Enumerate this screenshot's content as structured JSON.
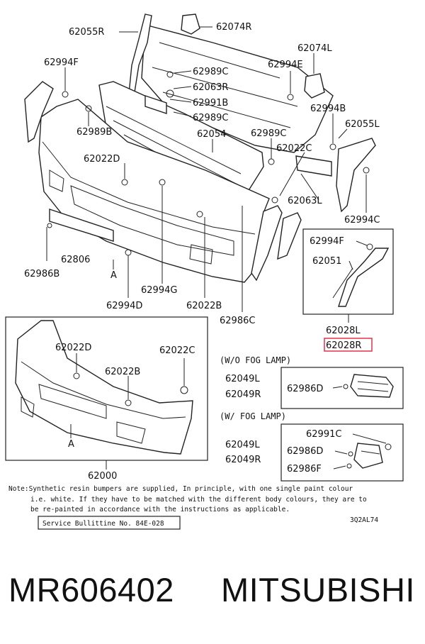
{
  "labels": {
    "p62055R": "62055R",
    "p62074R": "62074R",
    "p62074L": "62074L",
    "p62994F_top": "62994F",
    "p62989C_a": "62989C",
    "p62994E": "62994E",
    "p62063R": "62063R",
    "p62991B": "62991B",
    "p62989C_b": "62989C",
    "p62989B": "62989B",
    "p62994B": "62994B",
    "p62054": "62054",
    "p62989C_c": "62989C",
    "p62055L": "62055L",
    "p62022D_top": "62022D",
    "p62022C_top": "62022C",
    "p62063L": "62063L",
    "p62994C": "62994C",
    "p62994F_inset": "62994F",
    "p62051": "62051",
    "p62806": "62806",
    "p62986B": "62986B",
    "markA_top": "A",
    "p62994G": "62994G",
    "p62994D": "62994D",
    "p62022B_top": "62022B",
    "p62986C": "62986C",
    "p62028L": "62028L",
    "p62028R": "62028R",
    "p62022D_low": "62022D",
    "p62022C_low": "62022C",
    "p62022B_low": "62022B",
    "markA_low": "A",
    "p62000": "62000",
    "wo_fog": "(W/O  FOG  LAMP)",
    "p62049L_a": "62049L",
    "p62049R_a": "62049R",
    "p62986D_a": "62986D",
    "w_fog": "(W/  FOG  LAMP)",
    "p62049L_b": "62049L",
    "p62049R_b": "62049R",
    "p62991C": "62991C",
    "p62986D_b": "62986D",
    "p62986F": "62986F"
  },
  "note": {
    "line1": "Note:Synthetic resin bumpers are supplied,  In principle,  with one single paint colour",
    "line2": "i.e. white.  If they have to be matched with the different body colours,  they are to",
    "line3": "be re-painted in accordance with the instructions as applicable."
  },
  "bulletin": "Service Bullittine No.  84E-028",
  "diagram_code": "3Q2AL74",
  "caption": {
    "part_number": "MR606402",
    "brand": "MITSUBISHI"
  },
  "colors": {
    "line": "#222222",
    "highlight": "#e0334a",
    "background": "#ffffff"
  }
}
